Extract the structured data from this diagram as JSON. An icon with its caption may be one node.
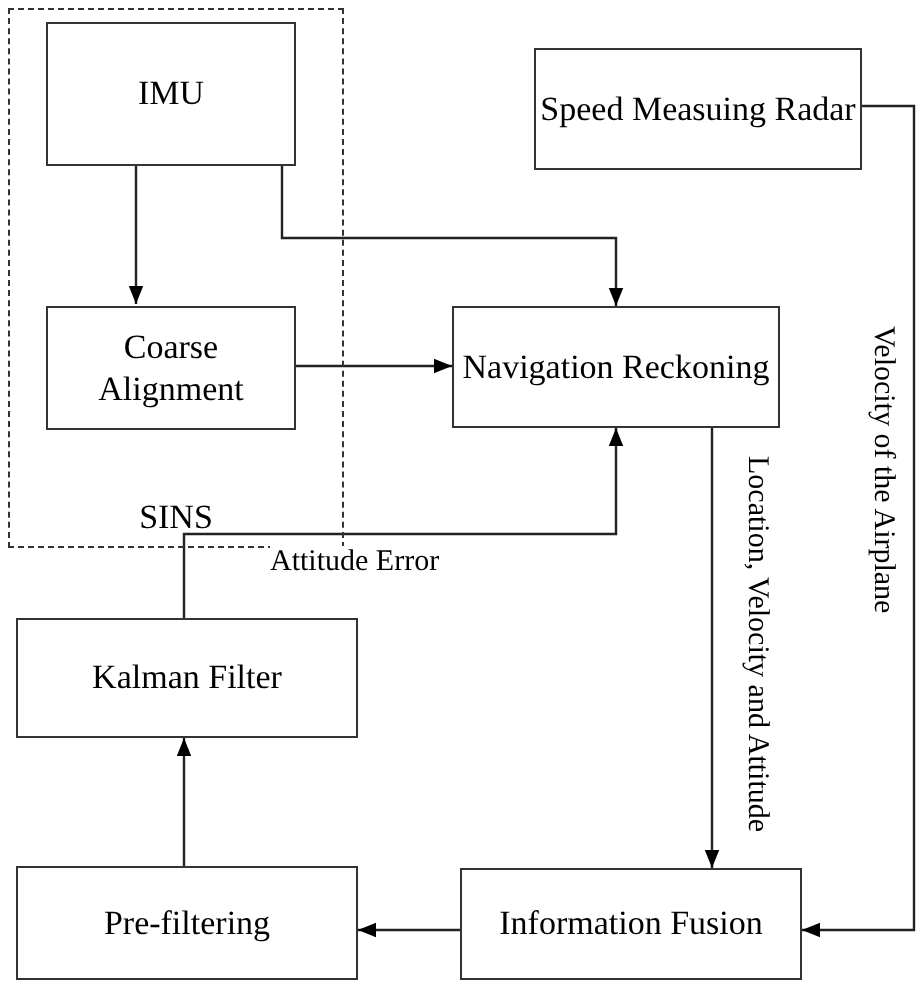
{
  "diagram": {
    "nodes": [
      {
        "text": [
          "SINS"
        ]
      },
      {
        "text": [
          "IMU"
        ],
        "in": 0
      },
      {
        "text": [
          "Coarse Alignment"
        ],
        "in": 0
      },
      {
        "text": [
          "Speed Measuing Radar"
        ]
      },
      {
        "text": [
          "Navigation Reckoning"
        ]
      },
      {
        "text": [
          "Kalman Filter"
        ]
      },
      {
        "text": [
          "Pre-filtering"
        ]
      },
      {
        "text": [
          "Information Fusion"
        ]
      }
    ],
    "edges": [
      {
        "from": 1,
        "to": 2,
        "arrow": "to"
      },
      {
        "from": 1,
        "to": 4,
        "arrow": "to"
      },
      {
        "from": 2,
        "to": 4,
        "arrow": "to"
      },
      {
        "from": 5,
        "to": 4,
        "arrow": "to",
        "label": "Attitude Error"
      },
      {
        "from": 4,
        "to": 7,
        "arrow": "to",
        "label": "Location, Velocity and Attitude"
      },
      {
        "from": 3,
        "to": 7,
        "arrow": "to",
        "label": "Velocity of the Airplane"
      },
      {
        "from": 7,
        "to": 6,
        "arrow": "to"
      },
      {
        "from": 6,
        "to": 5,
        "arrow": "to"
      }
    ]
  }
}
